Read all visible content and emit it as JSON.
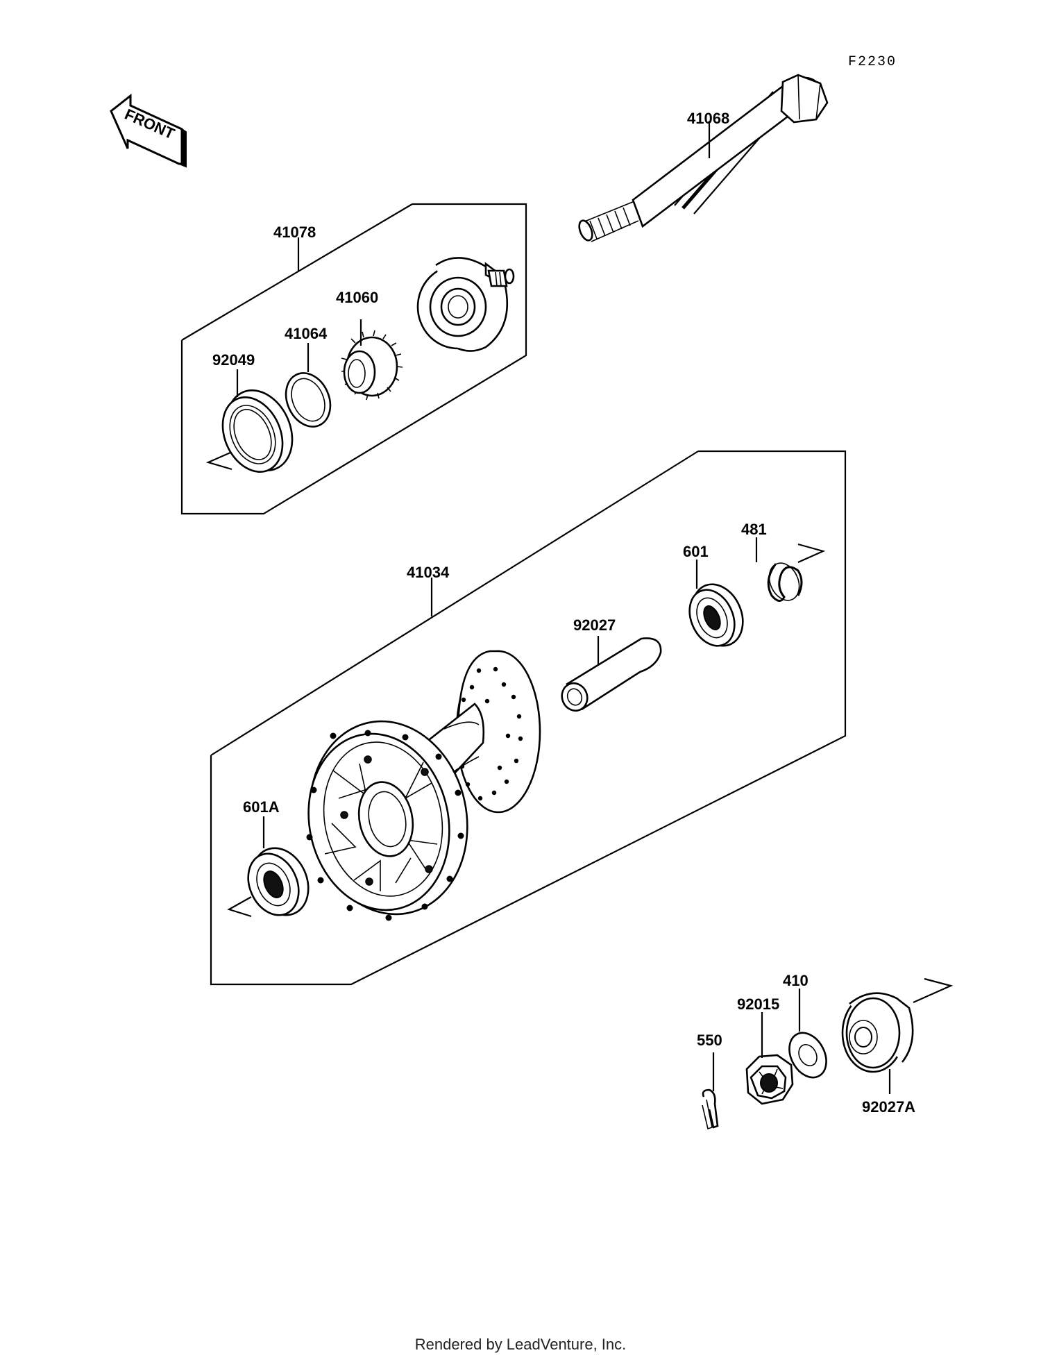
{
  "diagram": {
    "corner_code": "F2230",
    "front_label": "FRONT",
    "footer": "Rendered by LeadVenture, Inc.",
    "callouts": {
      "p41068": "41068",
      "p41078": "41078",
      "p41060": "41060",
      "p41064": "41064",
      "p92049": "92049",
      "p41034": "41034",
      "p601": "601",
      "p481": "481",
      "p92027": "92027",
      "p601A": "601A",
      "p410": "410",
      "p92015": "92015",
      "p550": "550",
      "p92027A": "92027A"
    },
    "icons": {
      "front_arrow": "front-arrow-icon"
    }
  }
}
